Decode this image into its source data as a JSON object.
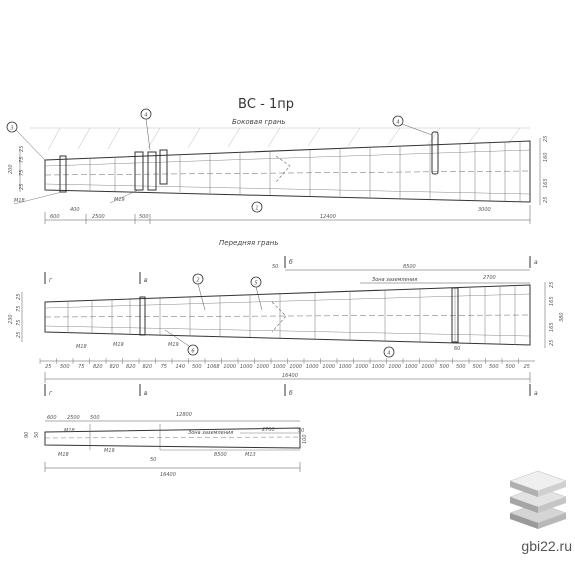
{
  "title": "ВС - 1пр",
  "side_view": {
    "label": "Боковая грань",
    "callouts": [
      "3",
      "4",
      "4",
      "1"
    ],
    "left_dims": [
      "200",
      "25",
      "75",
      "75",
      "25"
    ],
    "right_dims": [
      "25",
      "160",
      "165",
      "25"
    ],
    "bar_labels": [
      "М18",
      "М19"
    ],
    "bottom_dims": [
      "400",
      "600",
      "2500",
      "500",
      "12400",
      "3000"
    ]
  },
  "front_view": {
    "label": "Передняя грань",
    "callouts": [
      "2",
      "5",
      "6",
      "4"
    ],
    "section_letters": [
      "г",
      "в",
      "б",
      "а"
    ],
    "left_dims": [
      "25",
      "75",
      "75",
      "230",
      "25"
    ],
    "right_dims": [
      "25",
      "165",
      "165",
      "25",
      "380"
    ],
    "top_dims": [
      "8500",
      "50",
      "2700"
    ],
    "zone_label": "Зона заземления",
    "bar_labels": [
      "М18",
      "М19",
      "М19"
    ],
    "bottom_spacings": [
      "25",
      "500",
      "75",
      "820",
      "820",
      "820",
      "820",
      "75",
      "140",
      "500",
      "1068",
      "1000",
      "1000",
      "1000",
      "1000",
      "1000",
      "1000",
      "1000",
      "1000",
      "1000",
      "1000",
      "1000",
      "1000",
      "1000",
      "500",
      "500",
      "500",
      "500",
      "500",
      "25"
    ],
    "overall": "16400",
    "small": "60"
  },
  "plan_view": {
    "top_dims": [
      "600",
      "2500",
      "500",
      "12800"
    ],
    "left_dims": [
      "90",
      "50"
    ],
    "right_dims": [
      "100",
      "50"
    ],
    "zone_label": "Зона заземления",
    "sub_dims": [
      "2700",
      "8500",
      "50"
    ],
    "bar_labels": [
      "М18",
      "М18",
      "М19",
      "М13"
    ],
    "overall": "16400"
  },
  "watermark": "gbi22.ru",
  "logo_icon": "stacked-slabs-icon"
}
